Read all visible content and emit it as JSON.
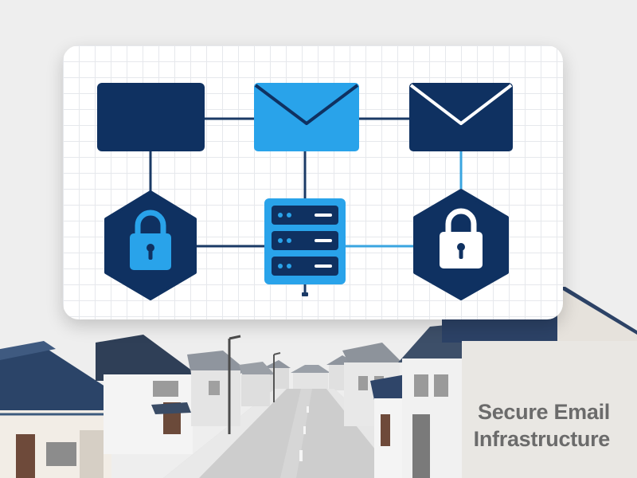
{
  "caption": {
    "line1": "Secure Email",
    "line2": "Infrastructure"
  },
  "colors": {
    "navy": "#0f3161",
    "blue": "#29a3ea",
    "white": "#ffffff",
    "link_navy": "#1a3a66",
    "link_blue": "#3aa5e0",
    "caption_text": "#6b6b6b"
  },
  "diagram": {
    "nodes": [
      {
        "name": "navy-box",
        "kind": "box",
        "color": "navy"
      },
      {
        "name": "blue-envelope",
        "kind": "envelope",
        "color": "blue"
      },
      {
        "name": "navy-envelope",
        "kind": "envelope",
        "color": "navy"
      },
      {
        "name": "navy-hexagon-blue-lock",
        "kind": "hex-lock",
        "color": "navy"
      },
      {
        "name": "blue-server",
        "kind": "server",
        "color": "blue"
      },
      {
        "name": "navy-hexagon-white-lock",
        "kind": "hex-lock",
        "color": "navy"
      }
    ]
  },
  "icons": [
    "envelope-icon",
    "lock-icon",
    "server-icon",
    "hexagon-icon"
  ]
}
